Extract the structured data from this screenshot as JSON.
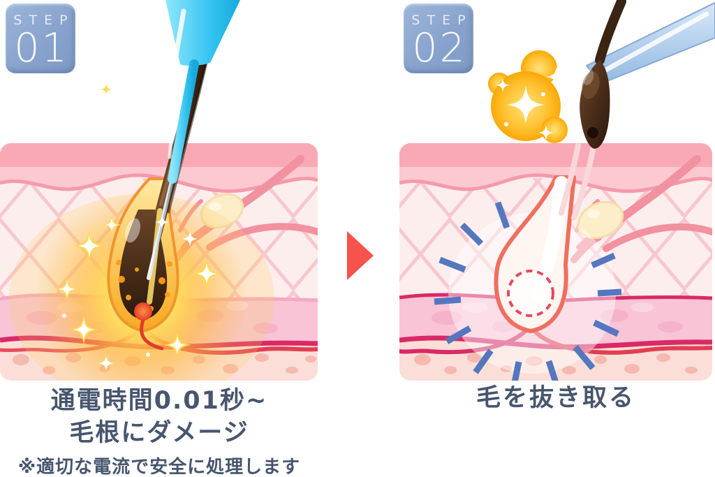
{
  "steps": [
    {
      "badge_label": "STEP",
      "badge_number": "01",
      "caption_lines": [
        "通電時間0.01秒~",
        "毛根にダメージ"
      ],
      "note": "※適切な電流で安全に処理します"
    },
    {
      "badge_label": "STEP",
      "badge_number": "02",
      "caption": "毛を抜き取る"
    }
  ],
  "arrow": {
    "direction": "right",
    "color": "#f5534b"
  },
  "colors": {
    "badge_blue": "#88a3cd",
    "text_navy": "#47566e",
    "skin_top": "#f9a9b6",
    "epidermis": "#fbc9cf",
    "dermis": "#fdeeee",
    "lattice": "#f7c3ca",
    "band_pink": "#f8c4d6",
    "magenta_line": "#d92a66",
    "subcutis": "#fbded7",
    "vessel_red": "#e23d52",
    "probe_cyan": "#35c4f1",
    "hair_brown": "#3a2414",
    "glow_gold": "#ffc53d",
    "pluck_dash_blue": "#5577c0",
    "dashed_circle_red": "#e8475f",
    "follicle_coral": "#ef6f5e",
    "tweezers_blue": "#9dc0e4"
  }
}
